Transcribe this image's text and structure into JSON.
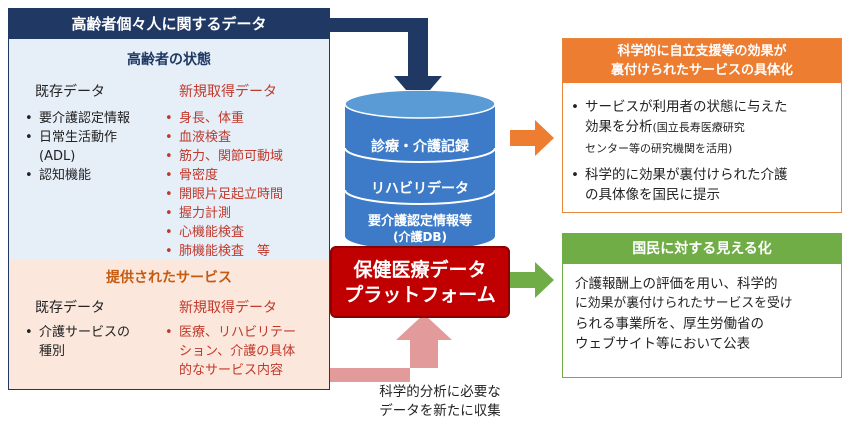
{
  "left": {
    "header": "高齢者個々人に関するデータ",
    "state": {
      "title": "高齢者の状態",
      "existing_head": "既存データ",
      "new_head": "新規取得データ",
      "existing_items": [
        "要介護認定情報",
        "日常生活動作",
        "(ADL)",
        "認知機能"
      ],
      "new_items": [
        "身長、体重",
        "血液検査",
        "筋力、関節可動域",
        "骨密度",
        "開眼片足起立時間",
        "握力計測",
        "心機能検査",
        "肺機能検査　等"
      ]
    },
    "service": {
      "title": "提供されたサービス",
      "existing_head": "既存データ",
      "new_head": "新規取得データ",
      "existing_line1": "介護サービスの",
      "existing_line2": "種別",
      "new_line1": "医療、リハビリテー",
      "new_line2": "ション、介護の具体",
      "new_line3": "的なサービス内容"
    }
  },
  "db": {
    "label1": "診療・介護記録",
    "label2": "リハビリデータ",
    "label3": "要介護認定情報等",
    "label4": "(介護DB)"
  },
  "platform": {
    "line1": "保健医療データ",
    "line2": "プラットフォーム"
  },
  "caption": {
    "line1": "科学的分析に必要な",
    "line2": "データを新たに収集"
  },
  "box1": {
    "head_line1": "科学的に自立支援等の効果が",
    "head_line2": "裏付けられたサービスの具体化",
    "b1_line1": "サービスが利用者の状態に与えた",
    "b1_line2": "効果を分析",
    "b1_note1": "(国立長寿医療研究",
    "b1_note2": "センター等の研究機関を活用)",
    "b2_line1": "科学的に効果が裏付けられた介護",
    "b2_line2": "の具体像を国民に提示"
  },
  "box2": {
    "head": "国民に対する見える化",
    "line1": "介護報酬上の評価を用い、科学的",
    "line2": "に効果が裏付けられたサービスを受け",
    "line3": "られる事業所を、厚生労働省の",
    "line4": "ウェブサイト等において公表"
  },
  "colors": {
    "navy": "#1f3864",
    "db_blue": "#3d7bc8",
    "platform_red": "#c00000",
    "orange": "#ed7d31",
    "green": "#70ad47",
    "pink_arrow": "#e39a9a"
  }
}
